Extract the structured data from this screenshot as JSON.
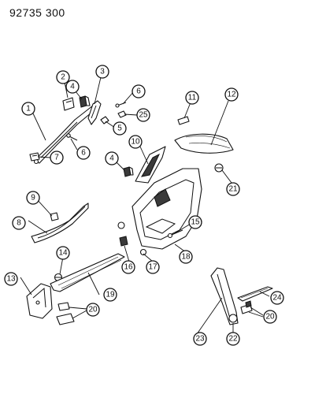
{
  "header": {
    "code": "92735  300"
  },
  "callouts": [
    {
      "id": "c1",
      "label": "1"
    },
    {
      "id": "c2",
      "label": "2"
    },
    {
      "id": "c3",
      "label": "3"
    },
    {
      "id": "c4a",
      "label": "4"
    },
    {
      "id": "c4b",
      "label": "4"
    },
    {
      "id": "c5",
      "label": "5"
    },
    {
      "id": "c6a",
      "label": "6"
    },
    {
      "id": "c6b",
      "label": "6"
    },
    {
      "id": "c7",
      "label": "7"
    },
    {
      "id": "c8",
      "label": "8"
    },
    {
      "id": "c9",
      "label": "9"
    },
    {
      "id": "c10",
      "label": "10"
    },
    {
      "id": "c11",
      "label": "11"
    },
    {
      "id": "c12",
      "label": "12"
    },
    {
      "id": "c13",
      "label": "13"
    },
    {
      "id": "c14",
      "label": "14"
    },
    {
      "id": "c15",
      "label": "15"
    },
    {
      "id": "c16",
      "label": "16"
    },
    {
      "id": "c17",
      "label": "17"
    },
    {
      "id": "c18",
      "label": "18"
    },
    {
      "id": "c19",
      "label": "19"
    },
    {
      "id": "c20a",
      "label": "20"
    },
    {
      "id": "c20b",
      "label": "20"
    },
    {
      "id": "c21",
      "label": "21"
    },
    {
      "id": "c22",
      "label": "22"
    },
    {
      "id": "c23",
      "label": "23"
    },
    {
      "id": "c24",
      "label": "24"
    },
    {
      "id": "c25",
      "label": "25"
    }
  ]
}
